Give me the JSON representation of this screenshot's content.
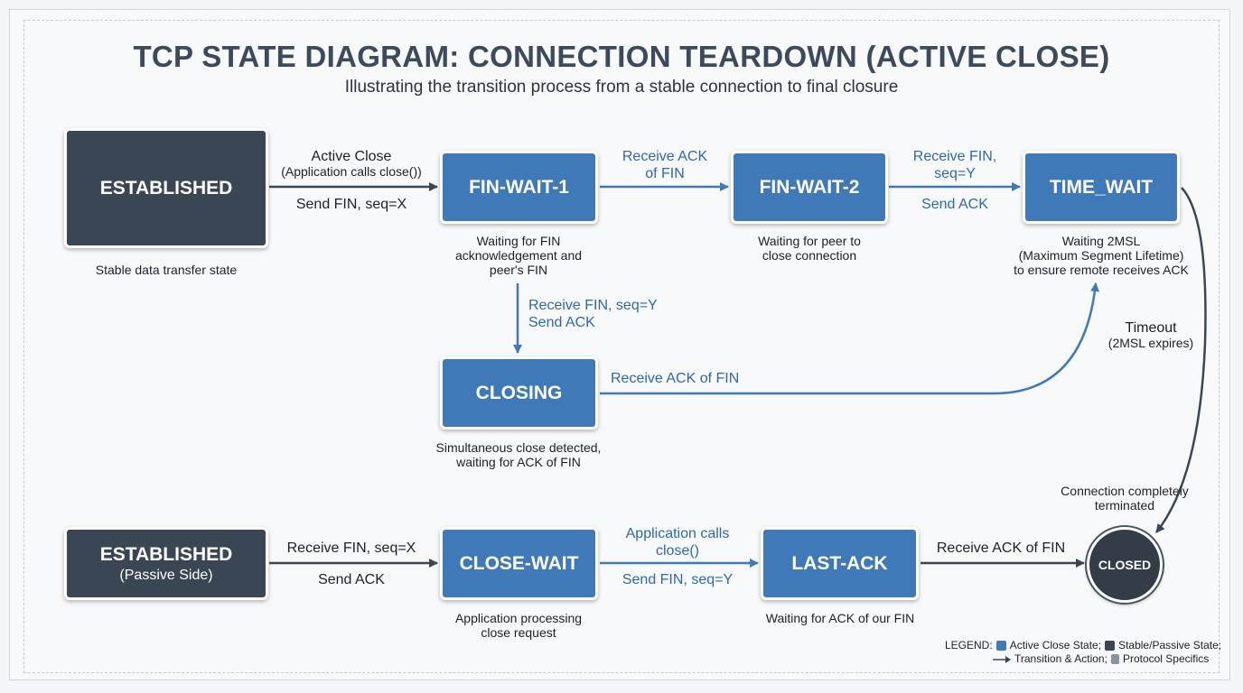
{
  "title": "TCP STATE DIAGRAM: CONNECTION TEARDOWN (ACTIVE CLOSE)",
  "subtitle": "Illustrating the transition process from a stable connection to final closure",
  "states": {
    "established": "ESTABLISHED",
    "fin_wait_1": "FIN-WAIT-1",
    "fin_wait_2": "FIN-WAIT-2",
    "time_wait": "TIME_WAIT",
    "closing": "CLOSING",
    "established_passive": "ESTABLISHED",
    "established_passive_sub": "(Passive Side)",
    "close_wait": "CLOSE-WAIT",
    "last_ack": "LAST-ACK",
    "closed": "CLOSED"
  },
  "descriptions": {
    "established": "Stable data transfer state",
    "fin_wait_1": [
      "Waiting for FIN",
      "acknowledgement and",
      "peer's FIN"
    ],
    "fin_wait_2": [
      "Waiting for peer to",
      "close connection"
    ],
    "time_wait": [
      "Waiting 2MSL",
      "(Maximum Segment Lifetime)",
      "to ensure remote receives ACK"
    ],
    "closing": [
      "Simultaneous close detected,",
      "waiting for ACK of FIN"
    ],
    "close_wait": [
      "Application processing",
      "close request"
    ],
    "last_ack": "Waiting for ACK of our FIN",
    "closed": [
      "Connection completely",
      "terminated"
    ]
  },
  "transitions": {
    "est_to_fw1_top1": "Active Close",
    "est_to_fw1_top2": "(Application calls close())",
    "est_to_fw1_bottom": "Send FIN, seq=X",
    "fw1_to_fw2_top1": "Receive ACK",
    "fw1_to_fw2_top2": "of FIN",
    "fw2_to_tw_top1": "Receive FIN,",
    "fw2_to_tw_top2": "seq=Y",
    "fw2_to_tw_bottom": "Send ACK",
    "fw1_to_closing_1": "Receive FIN, seq=Y",
    "fw1_to_closing_2": "Send ACK",
    "closing_to_tw": "Receive ACK of FIN",
    "timeout_1": "Timeout",
    "timeout_2": "(2MSL expires)",
    "estp_to_cw_top": "Receive FIN, seq=X",
    "estp_to_cw_bottom": "Send ACK",
    "cw_to_la_top1": "Application calls",
    "cw_to_la_top2": "close()",
    "cw_to_la_bottom": "Send FIN, seq=Y",
    "la_to_closed_top": "Receive ACK of FIN"
  },
  "legend": {
    "label": "LEGEND:",
    "active": "Active Close State;",
    "stable": "Stable/Passive State;",
    "transition": "Transition & Action;",
    "protocol": "Protocol Specifics"
  },
  "colors": {
    "active_state": "#3f79b7",
    "stable_state": "#3b4654",
    "blue_arrow": "#3f79b7",
    "dark_arrow": "#3b4654"
  }
}
